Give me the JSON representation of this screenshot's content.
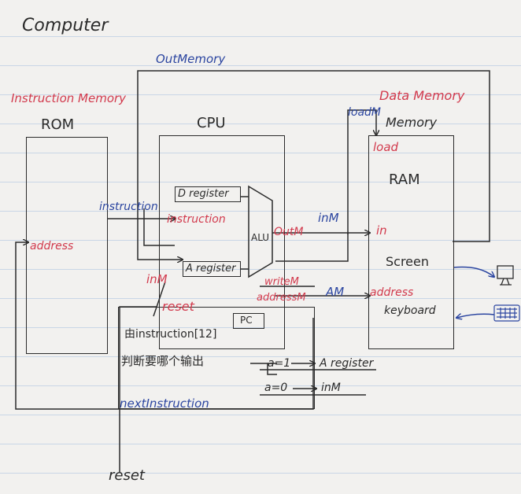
{
  "title": "Computer",
  "labels": {
    "out_memory": "OutMemory",
    "instruction_memory": "Instruction Memory",
    "rom": "ROM",
    "cpu": "CPU",
    "data_memory": "Data Memory",
    "memory": "Memory",
    "load_m_top": "loadM",
    "load": "load",
    "ram": "RAM",
    "instruction_wire": "instruction",
    "d_register": "D register",
    "instruction_in": "instruction",
    "alu": "ALU",
    "out_m": "OutM",
    "in_m_wire": "inM",
    "in_port": "in",
    "address_rom": "address",
    "screen": "Screen",
    "in_m_left": "inM",
    "a_register": "A register",
    "write_m": "writeM",
    "address_m": "addressM",
    "am": "AM",
    "address_ram": "address",
    "keyboard": "keyboard",
    "reset_inner": "reset",
    "pc": "PC",
    "note_1": "由instruction[12]",
    "note_2": "判断要哪个输出",
    "case_a1": "a=1",
    "target_a1": "A register",
    "case_a0": "a=0",
    "target_a0": "inM",
    "next_instruction": "nextInstruction",
    "reset_bottom": "reset"
  },
  "colors": {
    "ink_black": "#2a2a2a",
    "ink_red": "#d23a4d",
    "ink_blue": "#2b45a0",
    "paper": "#f2f1ef",
    "rule_line": "#c9d6e6"
  },
  "icons": [
    "monitor-icon",
    "keyboard-icon"
  ]
}
